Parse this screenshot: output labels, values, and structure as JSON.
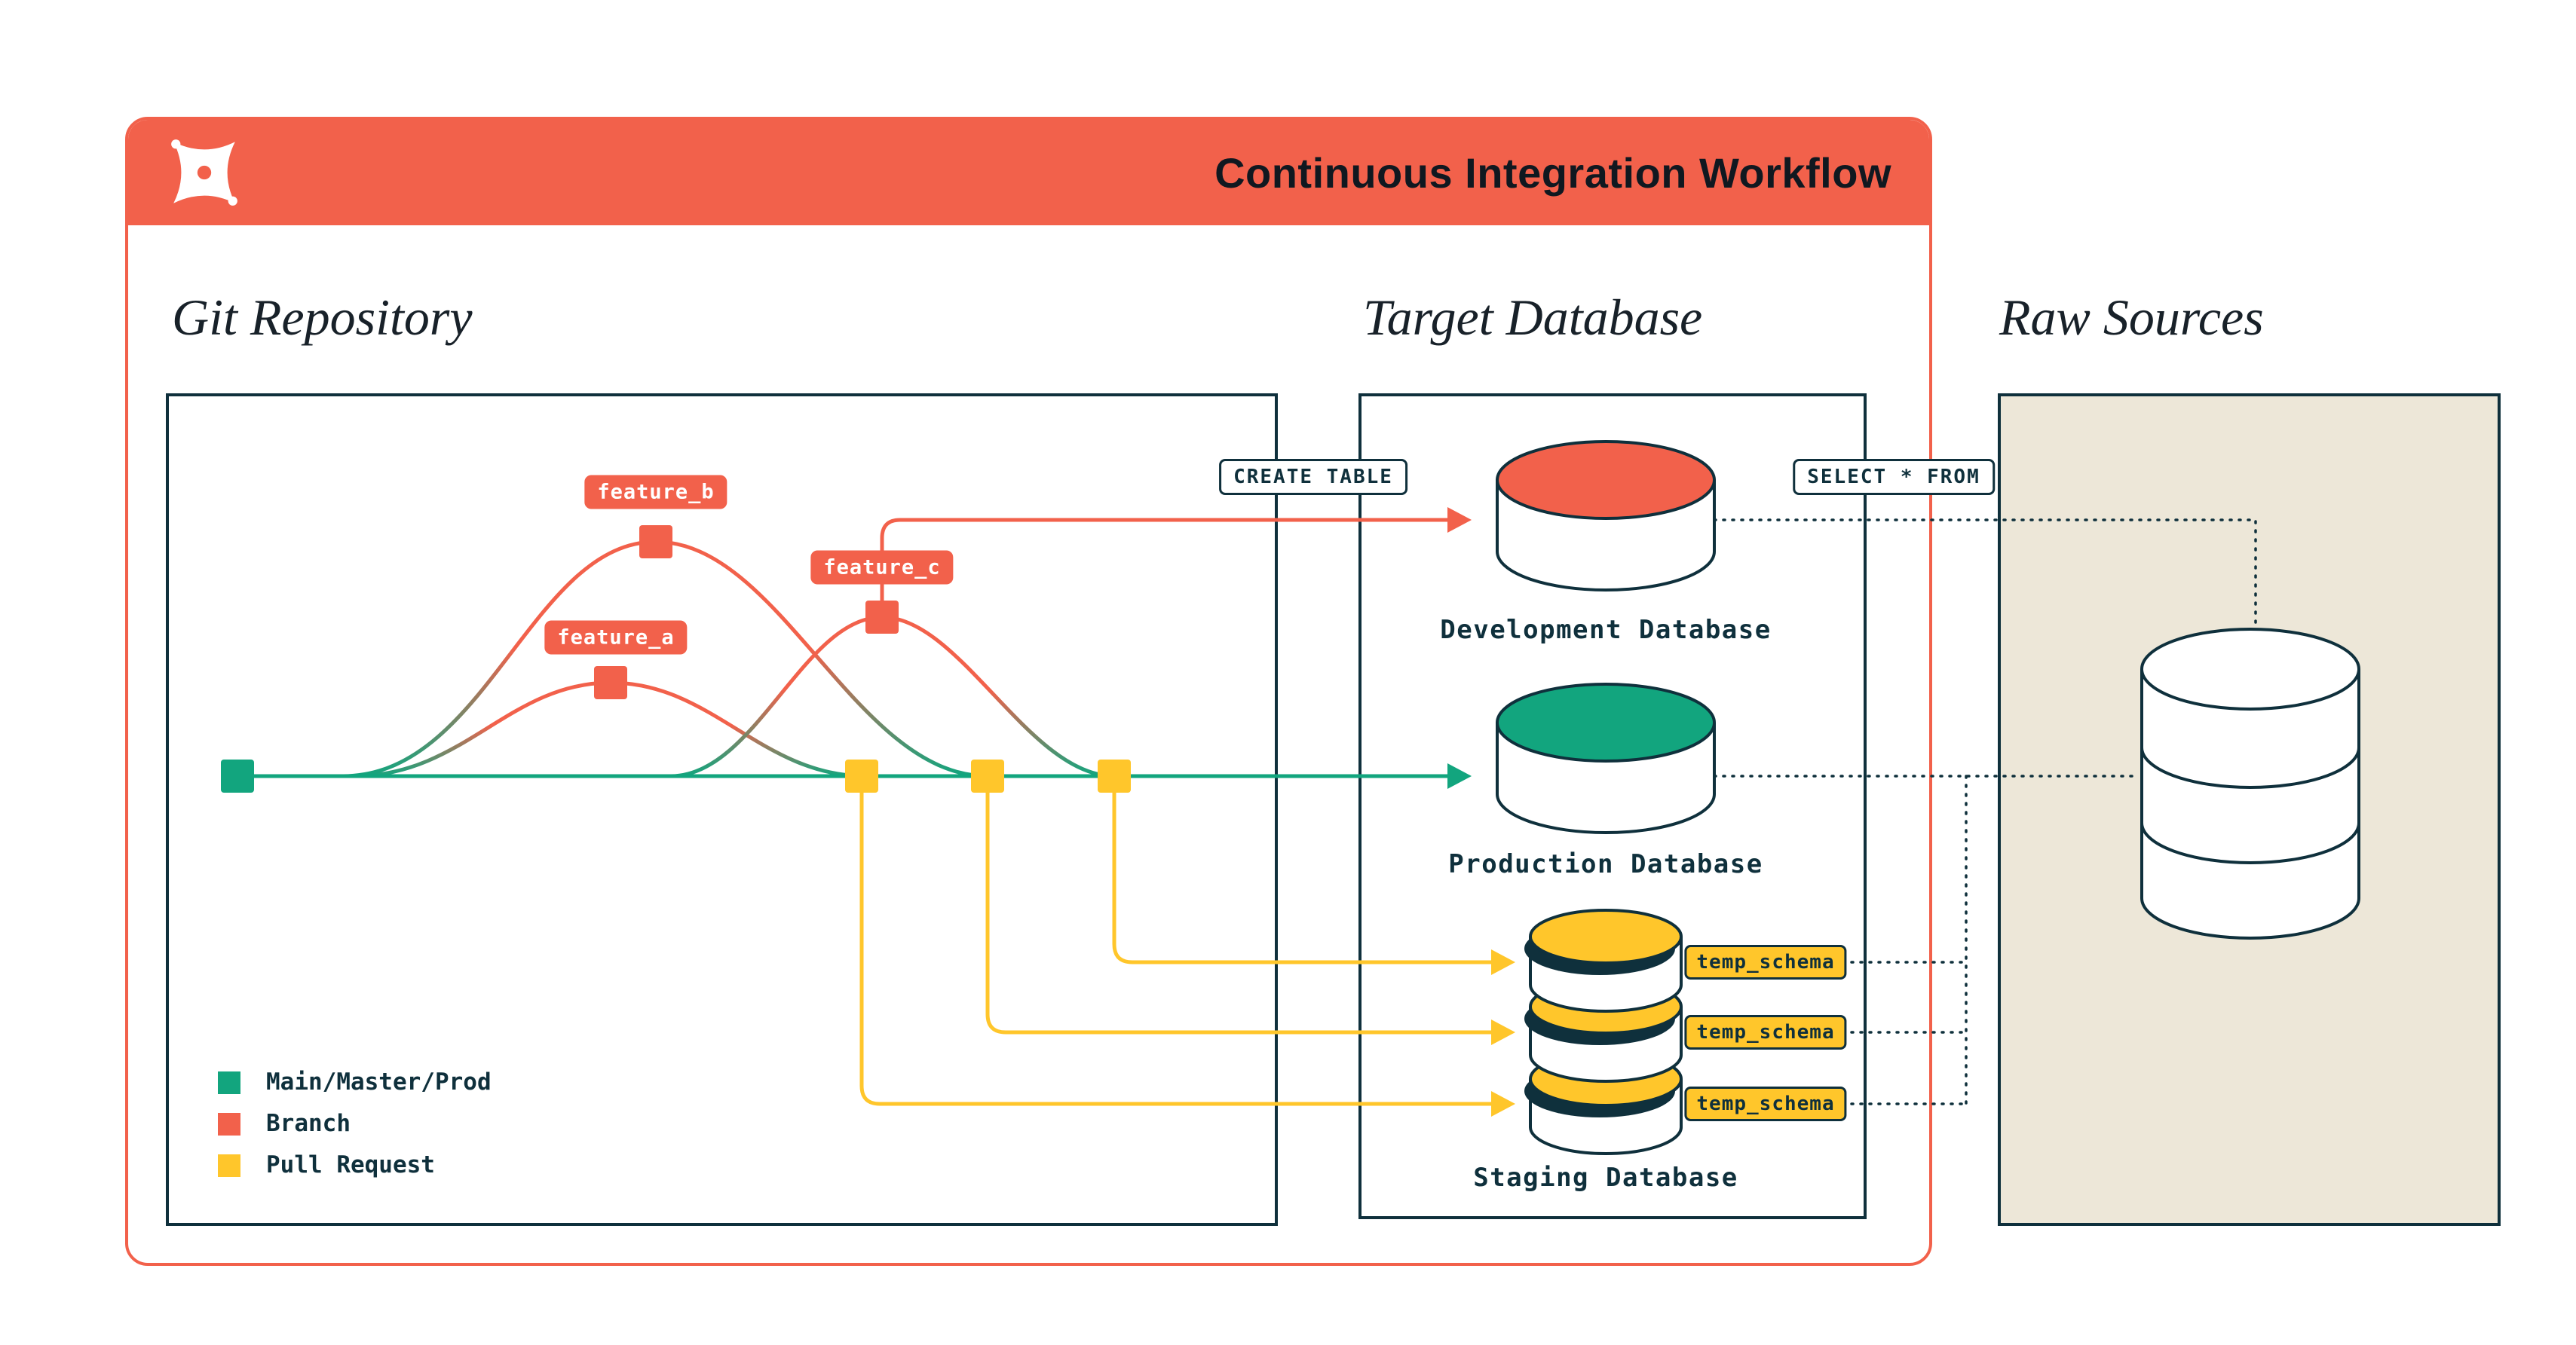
{
  "header": {
    "title": "Continuous Integration Workflow"
  },
  "sections": {
    "git": "Git Repository",
    "target": "Target Database",
    "raw": "Raw Sources"
  },
  "branches": {
    "feature_a": "feature_a",
    "feature_b": "feature_b",
    "feature_c": "feature_c"
  },
  "sql_badges": {
    "create_table": "CREATE TABLE",
    "select_from": "SELECT * FROM"
  },
  "schema_badge": "temp_schema",
  "databases": {
    "development": "Development Database",
    "production": "Production Database",
    "staging": "Staging Database"
  },
  "legend": [
    {
      "label": "Main/Master/Prod",
      "color": "#12A57E"
    },
    {
      "label": "Branch",
      "color": "#F2614B"
    },
    {
      "label": "Pull Request",
      "color": "#FFC62B"
    }
  ],
  "colors": {
    "coral": "#F2614B",
    "teal": "#12A57E",
    "yellow": "#FFC62B",
    "ink": "#0F303C",
    "beige": "#EDE7D8"
  }
}
